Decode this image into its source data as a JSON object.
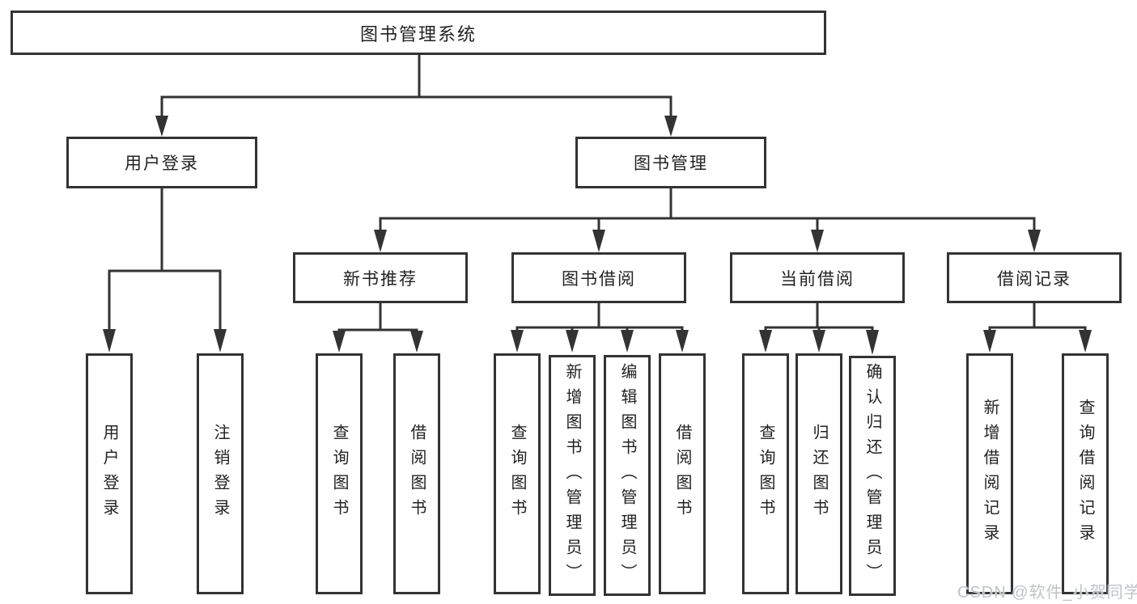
{
  "colors": {
    "line": "#333333",
    "text": "#222222",
    "background": "#ffffff",
    "watermark": "#bfc3c8"
  },
  "root": {
    "label": "图书管理系统"
  },
  "level2": {
    "user_login": {
      "label": "用户登录"
    },
    "book_management": {
      "label": "图书管理"
    }
  },
  "level3": {
    "new_book_recommend": {
      "label": "新书推荐"
    },
    "book_borrowing": {
      "label": "图书借阅"
    },
    "current_borrowing": {
      "label": "当前借阅"
    },
    "borrowing_records": {
      "label": "借阅记录"
    }
  },
  "leaves": {
    "user_login": {
      "label": "用户登录"
    },
    "logout_login": {
      "label": "注销登录"
    },
    "nb_query_books": {
      "label": "查询图书"
    },
    "nb_borrow_books": {
      "label": "借阅图书"
    },
    "bb_query_books": {
      "label": "查询图书"
    },
    "bb_add_book_admin": {
      "label": "新增图书（管理员）"
    },
    "bb_edit_book_admin": {
      "label": "编辑图书（管理员）"
    },
    "bb_borrow_books": {
      "label": "借阅图书"
    },
    "cb_query_books": {
      "label": "查询图书"
    },
    "cb_return_books": {
      "label": "归还图书"
    },
    "cb_confirm_return_admin": {
      "label": "确认归还（管理员）"
    },
    "br_add_record": {
      "label": "新增借阅记录"
    },
    "br_query_record": {
      "label": "查询借阅记录"
    }
  },
  "watermark": {
    "text": "CSDN @软件_小贺同学"
  }
}
